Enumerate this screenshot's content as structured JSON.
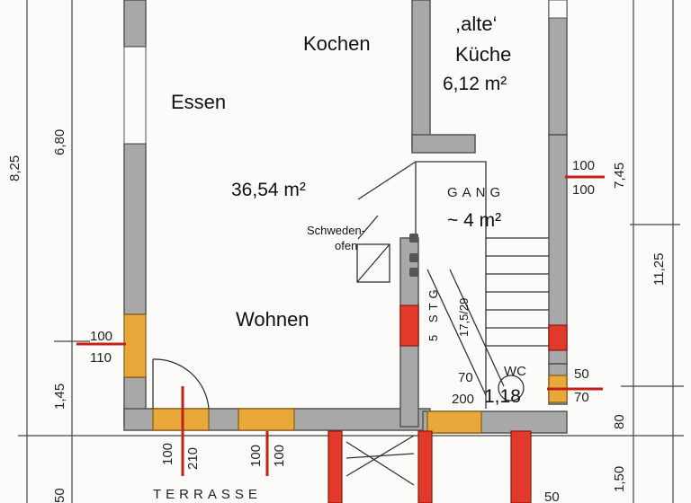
{
  "rooms": {
    "kochen": "Kochen",
    "essen": "Essen",
    "wohnen": "Wohnen",
    "main_area": "36,54 m²",
    "alte_kueche_quote": ",alte‘",
    "alte_kueche_name": "Küche",
    "alte_kueche_area": "6,12 m²",
    "gang_name": "GANG",
    "gang_area": "~ 4 m²",
    "schwedenofen_line1": "Schweden-",
    "schwedenofen_line2": "ofen",
    "wc_label": "WC",
    "wc_area": "1,18",
    "terrasse": "TERRASSE"
  },
  "stair": {
    "label": "5 STG",
    "ratio": "17,5/29"
  },
  "dimensions": {
    "left_825": "8,25",
    "left_680": "6,80",
    "left_145": "1,45",
    "left_50": "50",
    "right_745": "7,45",
    "right_1125": "11,25",
    "right_80": "80",
    "right_150": "1,50"
  },
  "openings": {
    "window_left_top": "100",
    "window_left_bottom": "110",
    "window_right_top": "100",
    "window_right_bottom": "100",
    "door_top": "100",
    "door_bottom": "210",
    "window_bottom_top": "100",
    "window_bottom_bottom": "100",
    "wc_window_top": "50",
    "wc_window_bottom": "70",
    "wc_inner_top": "70",
    "wc_inner_bottom": "200",
    "bottom_right_partial": "50"
  },
  "colors": {
    "wall": "#a8a8a8",
    "wall_edge": "#555555",
    "opening_yellow": "#e8a83a",
    "new_wall_red": "#e23a2a",
    "mark_red": "#c4201a",
    "line": "#333333"
  }
}
